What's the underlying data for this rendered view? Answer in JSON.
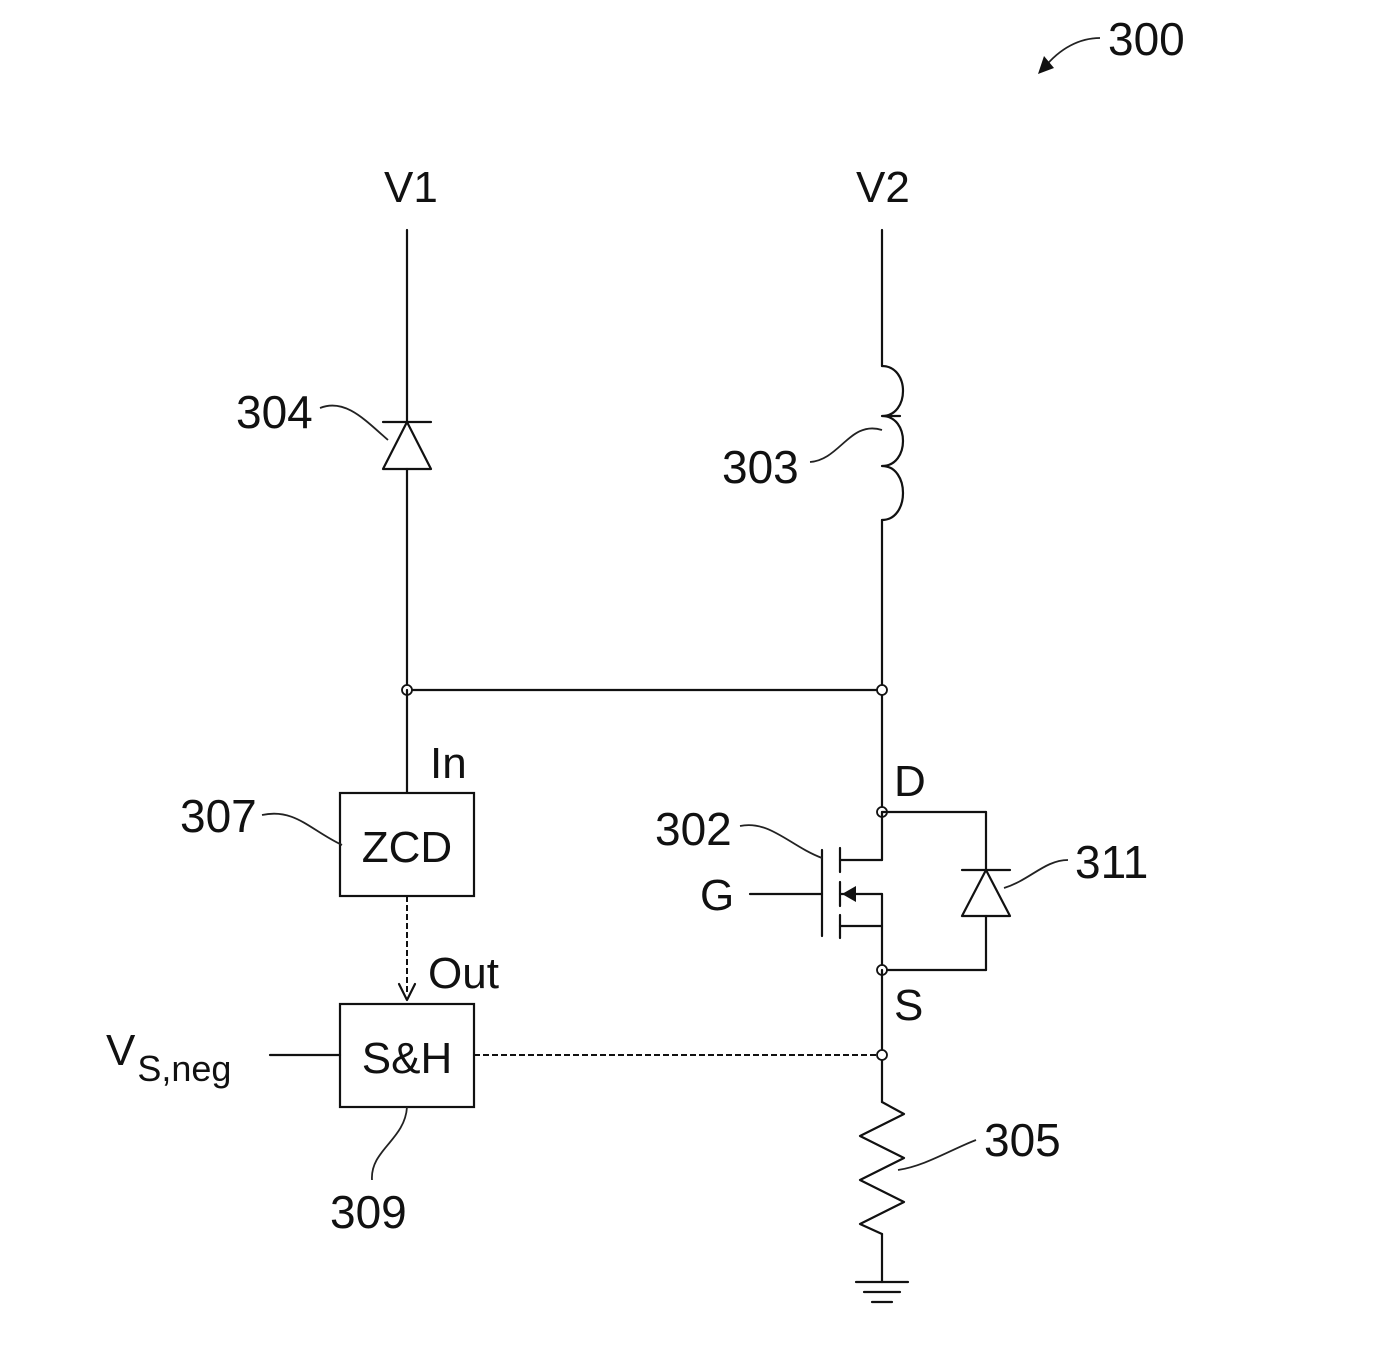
{
  "figure_number": "300",
  "terminals": {
    "v1": "V1",
    "v2": "V2",
    "gate": "G",
    "drain": "D",
    "source": "S",
    "vs_neg_main": "V",
    "vs_neg_sub": "S,neg"
  },
  "blocks": {
    "zcd": {
      "label": "ZCD",
      "input_label": "In",
      "output_label": "Out"
    },
    "sample_hold": {
      "label": "S&H"
    }
  },
  "references": {
    "transistor": "302",
    "inductor": "303",
    "diode_v1": "304",
    "resistor": "305",
    "zcd": "307",
    "sample_hold": "309",
    "body_diode": "311"
  }
}
